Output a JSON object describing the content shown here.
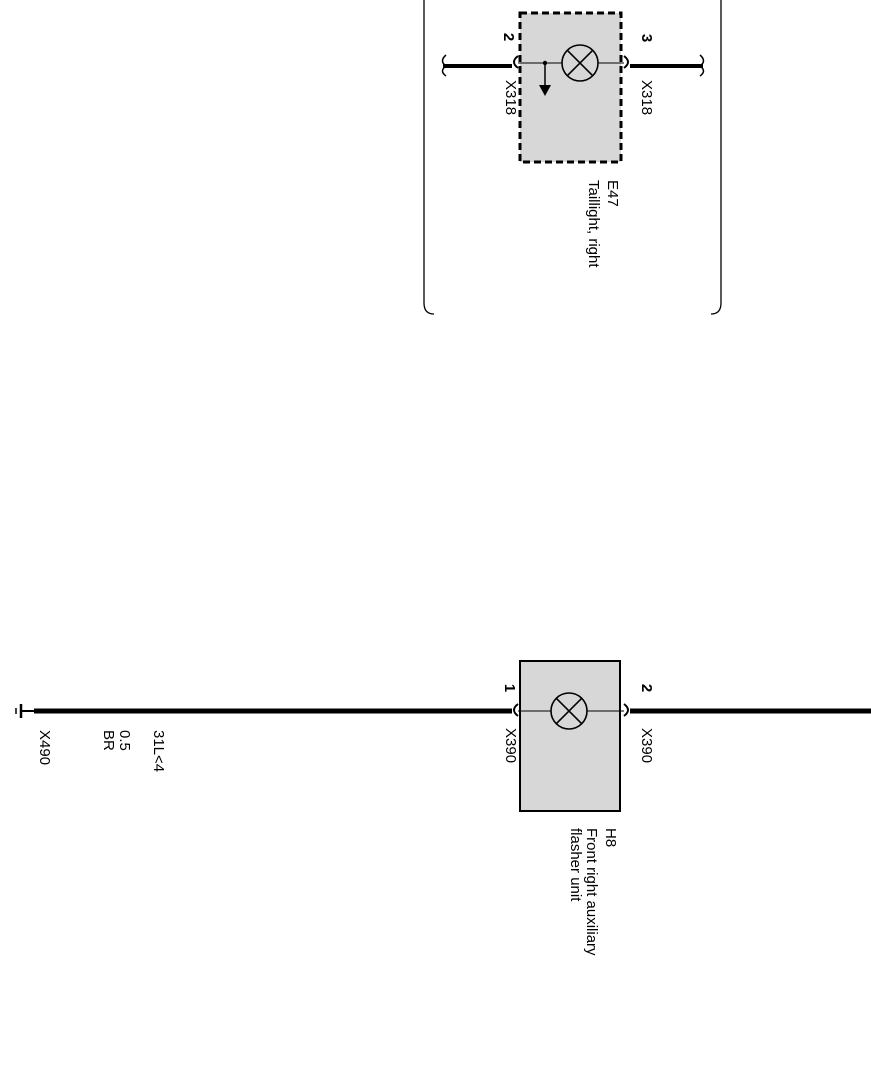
{
  "components": {
    "taillight": {
      "id": "E47",
      "name": "Taillight, right",
      "pin_left": "2",
      "pin_right": "3",
      "connector_left": "X318",
      "connector_right": "X318"
    },
    "flasher": {
      "id": "H8",
      "name_line1": "Front right auxiliary",
      "name_line2": "flasher unit",
      "pin_left": "1",
      "pin_right": "2",
      "connector_left": "X390",
      "connector_right": "X390"
    }
  },
  "wire": {
    "circuit": "31L<4",
    "size": "0.5",
    "color_code": "BR",
    "ground": "X490"
  },
  "colors": {
    "component_fill": "#d7d7d7",
    "line": "#000000"
  }
}
